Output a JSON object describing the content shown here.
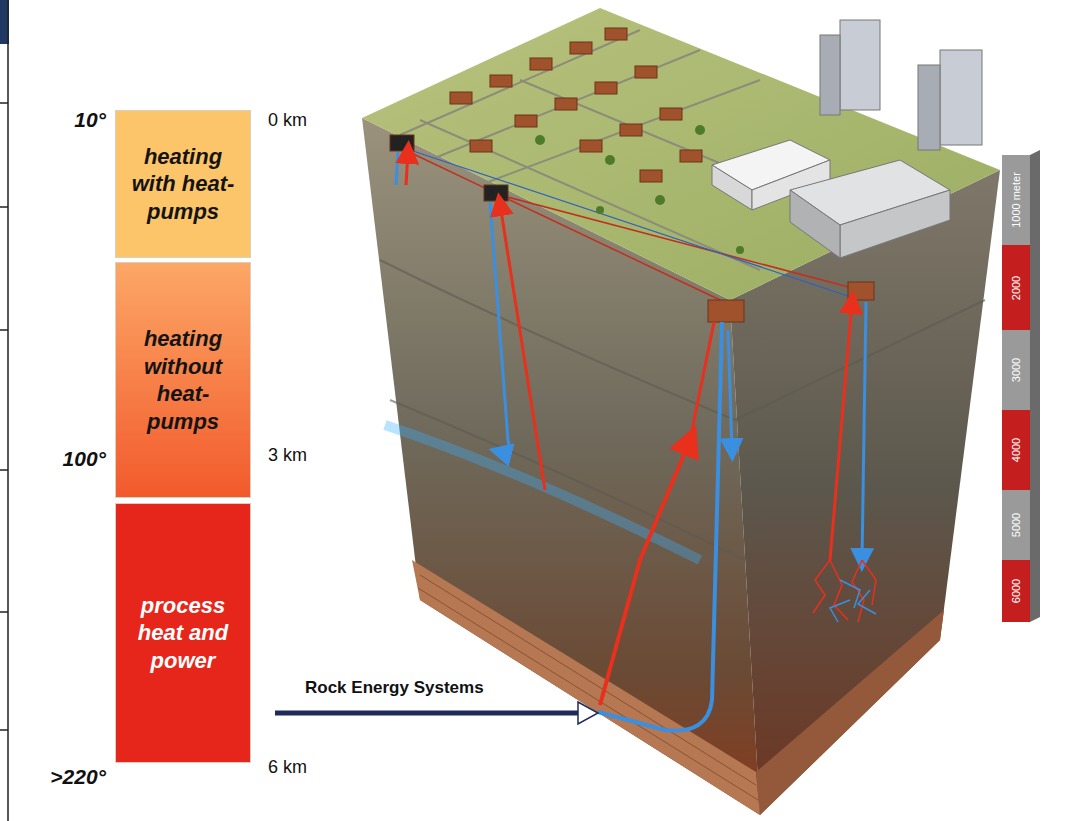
{
  "diagram": {
    "nodes": [
      {
        "text": [
          "heating with heat-pumps"
        ]
      },
      {
        "text": [
          "heating without heat-pumps"
        ]
      },
      {
        "text": [
          "process heat and power"
        ]
      }
    ],
    "labels": [
      "10°",
      "100°",
      ">220°",
      "0 km",
      "3 km",
      "6 km",
      "Rock Energy Systems",
      "1000 meter",
      "2000",
      "3000",
      "4000",
      "5000",
      "6000"
    ]
  }
}
